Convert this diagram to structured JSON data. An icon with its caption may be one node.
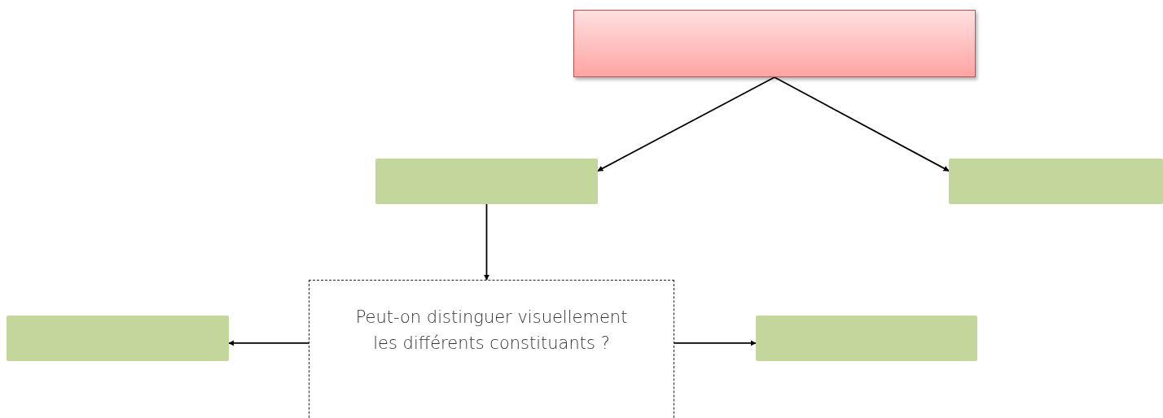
{
  "diagram": {
    "nodes": [
      {
        "text": [],
        "shape": "box"
      },
      {
        "text": [],
        "shape": "box"
      },
      {
        "text": [],
        "shape": "box"
      },
      {
        "text": [
          "Peut-on distinguer visuellement les différents constituants ?"
        ]
      },
      {
        "text": [],
        "shape": "box"
      },
      {
        "text": [],
        "shape": "box"
      }
    ],
    "edges": [
      {
        "from": 0,
        "to": 1,
        "arrow": "to"
      },
      {
        "from": 0,
        "to": 2,
        "arrow": "to"
      },
      {
        "from": 1,
        "to": 3,
        "arrow": "to"
      },
      {
        "from": 3,
        "to": 4,
        "arrow": "to"
      },
      {
        "from": 3,
        "to": 5,
        "arrow": "to"
      }
    ]
  }
}
